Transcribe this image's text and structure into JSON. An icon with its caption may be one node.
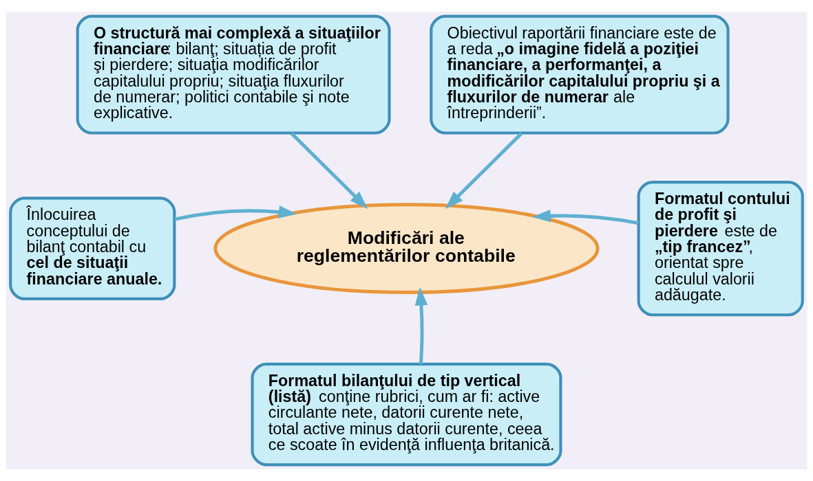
{
  "diagram": {
    "nodes": [
      {
        "text": [
          "**O structură mai complexă a situaţiilor financiare**: bilanţ; situația de profit şi pierdere; situaţia modificărilor capitalului propriu; situaţia fluxurilor de numerar; politici contabile şi note explicative."
        ]
      },
      {
        "text": [
          "Obiectivul raportării financiare este de a reda **„o imagine fidelă a poziţiei financiare, a performanţei, a modificărilor capitalului propriu şi a fluxurilor de numerar** ale întreprinderii”."
        ]
      },
      {
        "text": [
          "Înlocuirea conceptului de bilanţ contabil cu **cel de situaţii financiare anuale.**"
        ]
      },
      {
        "text": [
          "Modificări ale reglementărilor contabile"
        ]
      },
      {
        "text": [
          "**Formatul contului de profit şi pierdere** este de **„tip francez”**, orientat spre calculul valorii adăugate."
        ]
      },
      {
        "text": [
          "**Formatul bilanţului de tip vertical (listă)** conţine rubrici, cum ar fi: active circulante nete, datorii curente nete, total active minus datorii curente, ceea ce scoate în evidenţă influenţa britanică."
        ]
      }
    ],
    "edges": [
      {
        "from": 0,
        "to": 3,
        "arrow": "to"
      },
      {
        "from": 1,
        "to": 3,
        "arrow": "to"
      },
      {
        "from": 2,
        "to": 3,
        "arrow": "to"
      },
      {
        "from": 4,
        "to": 3,
        "arrow": "to"
      },
      {
        "from": 5,
        "to": 3,
        "arrow": "to"
      }
    ]
  }
}
